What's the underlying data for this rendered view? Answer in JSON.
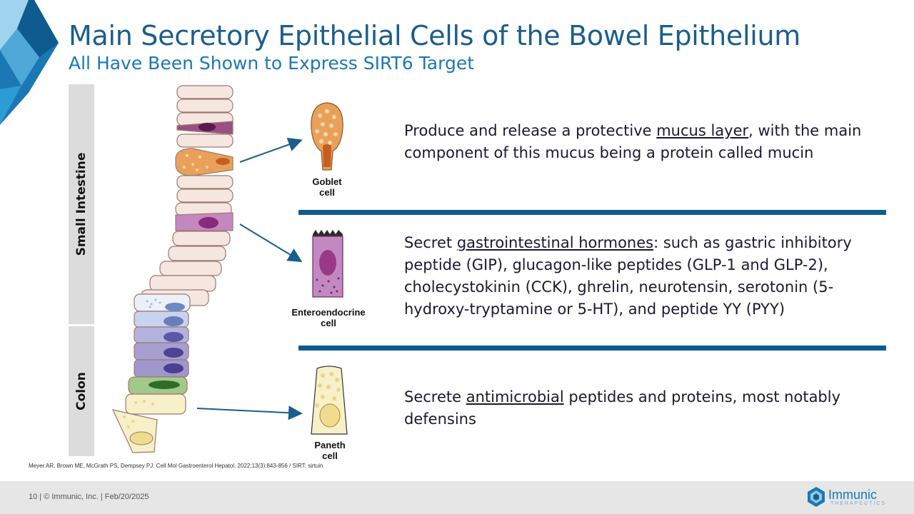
{
  "slide": {
    "title": "Main Secretory Epithelial Cells of the Bowel Epithelium",
    "subtitle": "All Have Been Shown to Express SIRT6 Target"
  },
  "sections": {
    "small_intestine_label": "Small Intestine",
    "colon_label": "Colon"
  },
  "cells": [
    {
      "label_line1": "Goblet",
      "label_line2": "cell",
      "desc_before": "Produce and release a protective ",
      "desc_link": "mucus layer",
      "desc_after": ", with the main component of this mucus being a protein called mucin"
    },
    {
      "label_line1": "Enteroendocrine",
      "label_line2": "cell",
      "desc_before": "Secret ",
      "desc_link": "gastrointestinal hormones",
      "desc_after": ": such as gastric inhibitory peptide (GIP), glucagon-like peptides (GLP-1 and GLP-2), cholecystokinin (CCK), ghrelin, neurotensin, serotonin (5-hydroxy-tryptamine or 5-HT), and peptide YY (PYY)"
    },
    {
      "label_line1": "Paneth",
      "label_line2": "cell",
      "desc_before": "Secrete ",
      "desc_link": "antimicrobial",
      "desc_after": " peptides and proteins, most notably defensins"
    }
  ],
  "reference": "Meyer AR, Brown ME, McGrath PS, Dempsey PJ. Cell Mol Gastroenterol Hepatol. 2022;13(3):843-856 / SIRT: sirtuin",
  "footer": {
    "text": "10   |  © Immunic, Inc.   | Feb/20/2025",
    "logo_name": "Immunic",
    "logo_sub": "THERAPEUTICS"
  },
  "colors": {
    "title": "#1b5e8c",
    "subtitle": "#1b78b4",
    "separator": "#0f5a8f",
    "goblet": "#e9a15a",
    "enteroendocrine": "#b775b4",
    "paneth": "#f7f0c8",
    "colon_cell": "#7f73b4"
  },
  "icons": [
    "brand-triangle-decoration",
    "immunic-logo-icon",
    "arrow-right-icon"
  ]
}
